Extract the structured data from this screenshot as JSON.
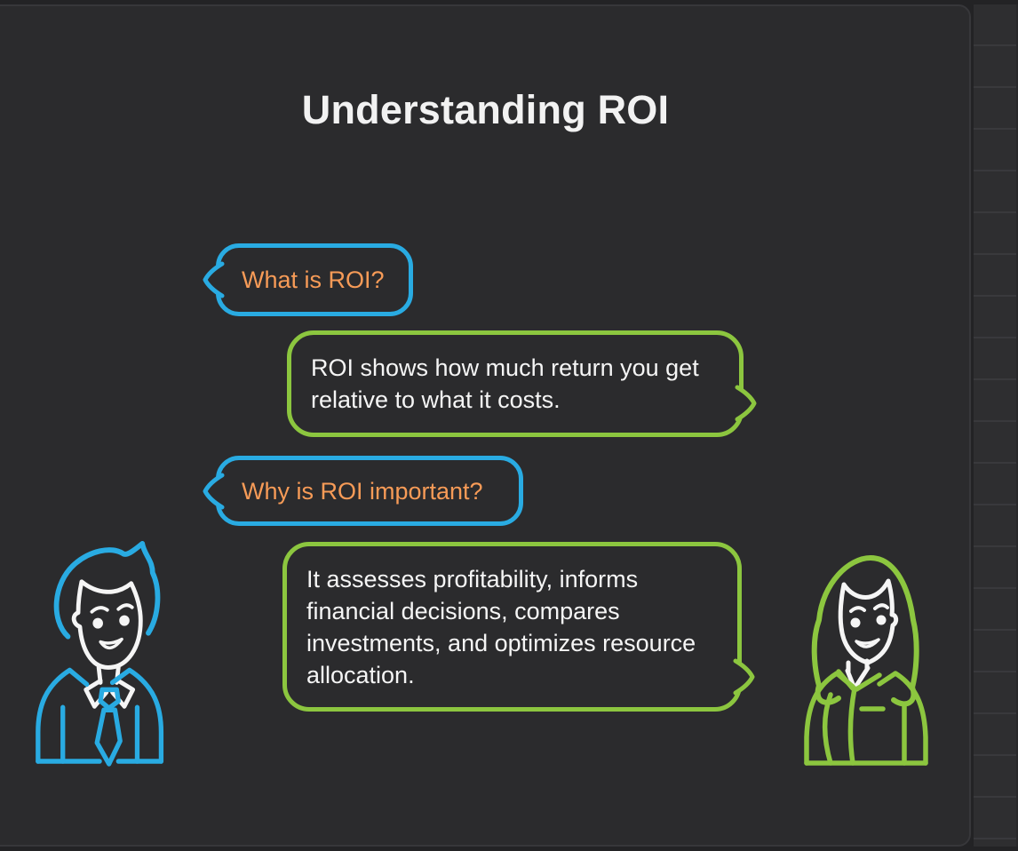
{
  "slide": {
    "title": "Understanding ROI"
  },
  "conversation": [
    {
      "speaker": "man",
      "role": "question",
      "text": "What is ROI?"
    },
    {
      "speaker": "woman",
      "role": "answer",
      "text": "ROI shows how much return you get relative to what it costs."
    },
    {
      "speaker": "man",
      "role": "question",
      "text": "Why is ROI important?"
    },
    {
      "speaker": "woman",
      "role": "answer",
      "text": "It assesses profitability, informs financial decisions, compares investments, and optimizes resource allocation."
    }
  ],
  "figures": {
    "man": {
      "name": "man-illustration",
      "accent": "#29abe2"
    },
    "woman": {
      "name": "woman-illustration",
      "accent": "#8cc63f"
    }
  },
  "colors": {
    "canvas_background": "#2b2b2d",
    "frame_background": "#232325",
    "question_bubble_border": "#29abe2",
    "answer_bubble_border": "#8cc63f",
    "question_text": "#f79b57",
    "answer_text": "#f5f5f5",
    "title_text": "#f2f2f2"
  }
}
